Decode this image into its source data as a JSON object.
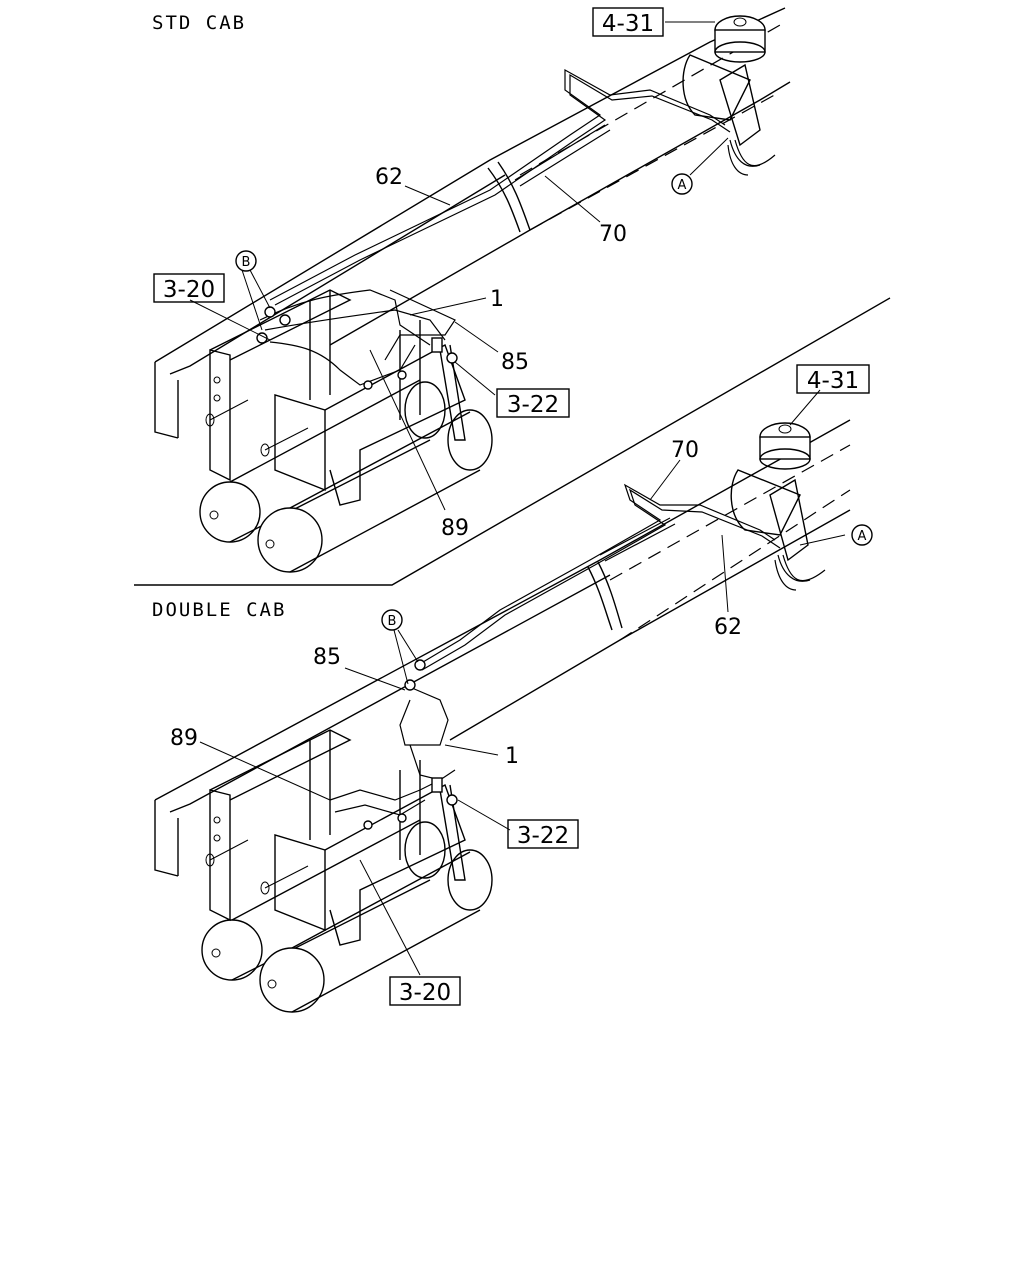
{
  "sections": {
    "std_cab": {
      "title": "STD CAB"
    },
    "double_cab": {
      "title": "DOUBLE CAB"
    }
  },
  "std_callouts": {
    "ref_4_31": "4-31",
    "ref_3_20": "3-20",
    "ref_3_22": "3-22",
    "part_62": "62",
    "part_70": "70",
    "part_1": "1",
    "part_85": "85",
    "part_89": "89",
    "marker_a": "A",
    "marker_b": "B"
  },
  "dbl_callouts": {
    "ref_4_31": "4-31",
    "ref_3_20": "3-20",
    "ref_3_22": "3-22",
    "part_62": "62",
    "part_70": "70",
    "part_1": "1",
    "part_85": "85",
    "part_89": "89",
    "marker_a": "A",
    "marker_b": "B"
  }
}
